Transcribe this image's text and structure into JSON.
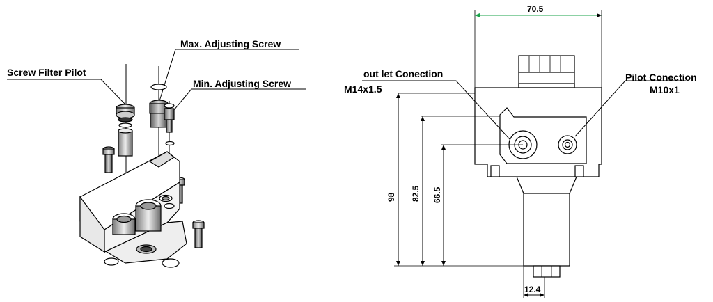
{
  "callouts": {
    "screw_filter_pilot": "Screw Filter Pilot",
    "max_adjusting_screw": "Max. Adjusting Screw",
    "min_adjusting_screw": "Min. Adjusting Screw",
    "outlet_connection": "out let Conection",
    "outlet_thread": "M14x1.5",
    "pilot_connection": "Pilot Conection",
    "pilot_thread": "M10x1"
  },
  "dimensions": {
    "width_top": "70.5",
    "height_total": "98",
    "height_outlet": "82.5",
    "height_pilot": "66.5",
    "width_bottom": "12.4"
  },
  "colors": {
    "line": "#000000",
    "part_fill": "#ffffff",
    "shade": "#9a9a9a",
    "dark": "#4a4a4a",
    "dim_arrow": "#1aa34a"
  }
}
